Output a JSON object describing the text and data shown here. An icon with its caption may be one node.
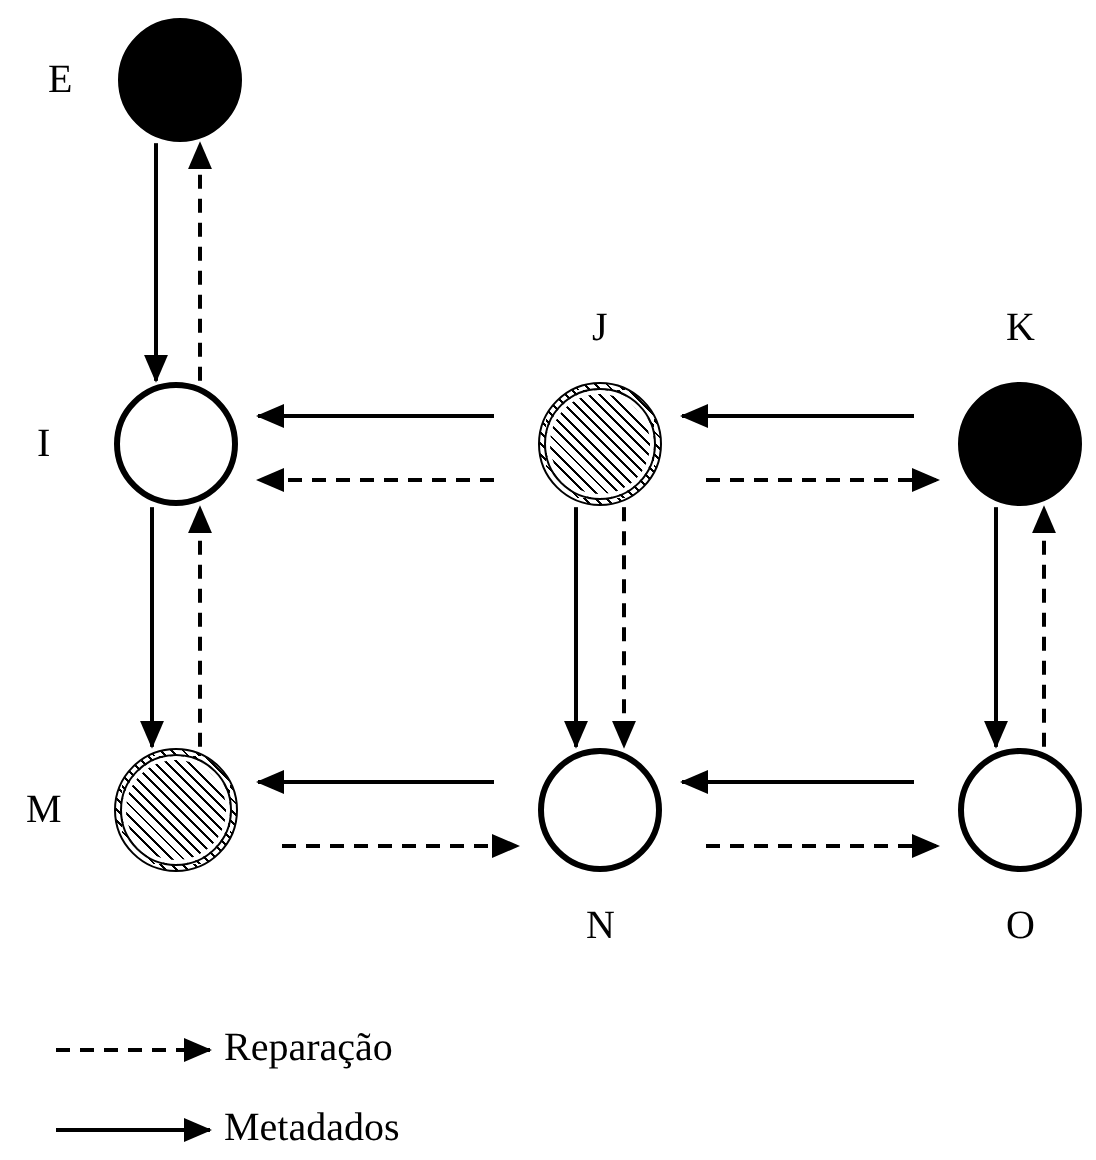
{
  "diagram": {
    "nodes": [
      {
        "text": [
          "E"
        ]
      },
      {
        "text": [
          "I"
        ]
      },
      {
        "text": [
          "J"
        ]
      },
      {
        "text": [
          "K"
        ]
      },
      {
        "text": [
          "M"
        ]
      },
      {
        "text": [
          "N"
        ]
      },
      {
        "text": [
          "O"
        ]
      }
    ],
    "edges": [
      {
        "from": 0,
        "to": 1,
        "arrow": "to"
      },
      {
        "from": 1,
        "to": 0,
        "arrow": "to",
        "style": "dashed"
      },
      {
        "from": 2,
        "to": 1,
        "arrow": "to"
      },
      {
        "from": 2,
        "to": 1,
        "arrow": "to",
        "style": "dashed"
      },
      {
        "from": 3,
        "to": 2,
        "arrow": "to"
      },
      {
        "from": 2,
        "to": 3,
        "arrow": "to",
        "style": "dashed"
      },
      {
        "from": 1,
        "to": 4,
        "arrow": "to"
      },
      {
        "from": 4,
        "to": 1,
        "arrow": "to",
        "style": "dashed"
      },
      {
        "from": 2,
        "to": 5,
        "arrow": "to"
      },
      {
        "from": 2,
        "to": 5,
        "arrow": "to",
        "style": "dashed"
      },
      {
        "from": 3,
        "to": 6,
        "arrow": "to"
      },
      {
        "from": 6,
        "to": 3,
        "arrow": "to",
        "style": "dashed"
      },
      {
        "from": 5,
        "to": 4,
        "arrow": "to"
      },
      {
        "from": 4,
        "to": 5,
        "arrow": "to",
        "style": "dashed"
      },
      {
        "from": 6,
        "to": 5,
        "arrow": "to"
      },
      {
        "from": 5,
        "to": 6,
        "arrow": "to",
        "style": "dashed"
      }
    ],
    "legend": [
      {
        "text": "Reparação"
      },
      {
        "text": "Metadados"
      }
    ]
  }
}
